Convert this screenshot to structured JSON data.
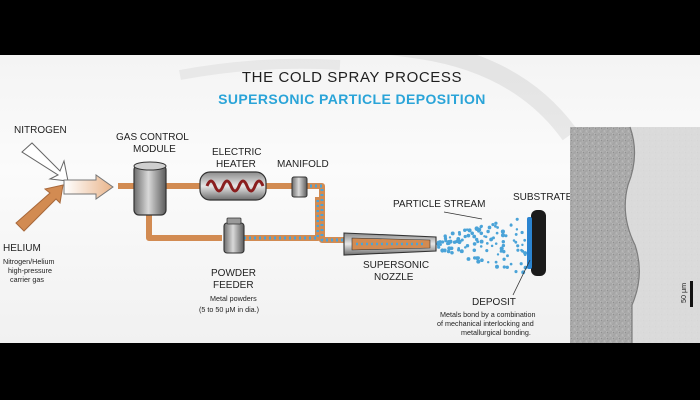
{
  "title": "THE COLD SPRAY PROCESS",
  "subtitle": "SUPERSONIC PARTICLE DEPOSITION",
  "colors": {
    "subtitle": "#2aa4d8",
    "pipe": "#d28b52",
    "particles": "#4aa3d8",
    "deposit": "#2b84d0"
  },
  "labels": {
    "nitrogen": "NITROGEN",
    "helium": "HELIUM",
    "carrier_line1": "Nitrogen/Helium",
    "carrier_line2": "high-pressure",
    "carrier_line3": "carrier gas",
    "gas_control_line1": "GAS CONTROL",
    "gas_control_line2": "MODULE",
    "heater_line1": "ELECTRIC",
    "heater_line2": "HEATER",
    "manifold": "MANIFOLD",
    "powder_line1": "POWDER",
    "powder_line2": "FEEDER",
    "powder_desc1": "Metal powders",
    "powder_desc2": "(5 to 50 μM in dia.)",
    "nozzle_line1": "SUPERSONIC",
    "nozzle_line2": "NOZZLE",
    "particle_stream": "PARTICLE STREAM",
    "substrate": "SUBSTRATE",
    "deposit": "DEPOSIT",
    "deposit_desc1": "Metals bond by a combination",
    "deposit_desc2": "of mechanical interlocking and",
    "deposit_desc3": "metallurgical bonding.",
    "scale_bar": "50 μm"
  }
}
